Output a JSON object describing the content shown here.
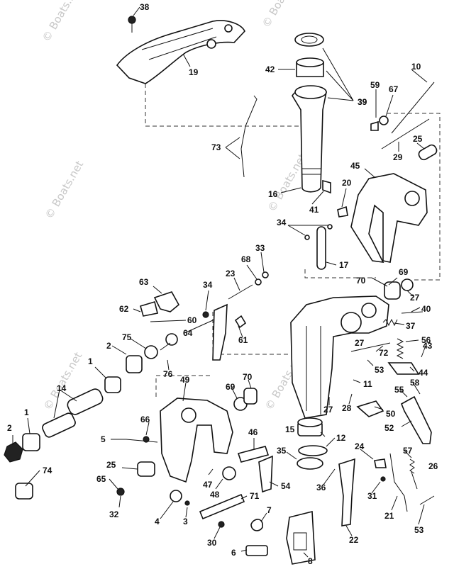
{
  "watermark": "© Boats.net",
  "callouts": [
    "38",
    "19",
    "42",
    "39",
    "10",
    "59",
    "67",
    "73",
    "25",
    "29",
    "16",
    "41",
    "45",
    "20",
    "34",
    "17",
    "33",
    "68",
    "23",
    "63",
    "34",
    "62",
    "60",
    "64",
    "61",
    "69",
    "70",
    "27",
    "40",
    "37",
    "56",
    "75",
    "2",
    "76",
    "1",
    "43",
    "72",
    "44",
    "53",
    "11",
    "49",
    "70",
    "69",
    "27",
    "28",
    "58",
    "55",
    "14",
    "50",
    "52",
    "66",
    "5",
    "46",
    "12",
    "15",
    "35",
    "57",
    "25",
    "65",
    "47",
    "48",
    "32",
    "71",
    "54",
    "24",
    "36",
    "31",
    "26",
    "21",
    "4",
    "3",
    "30",
    "7",
    "22",
    "53",
    "6",
    "8",
    "74",
    "39",
    "2",
    "27",
    "1"
  ]
}
